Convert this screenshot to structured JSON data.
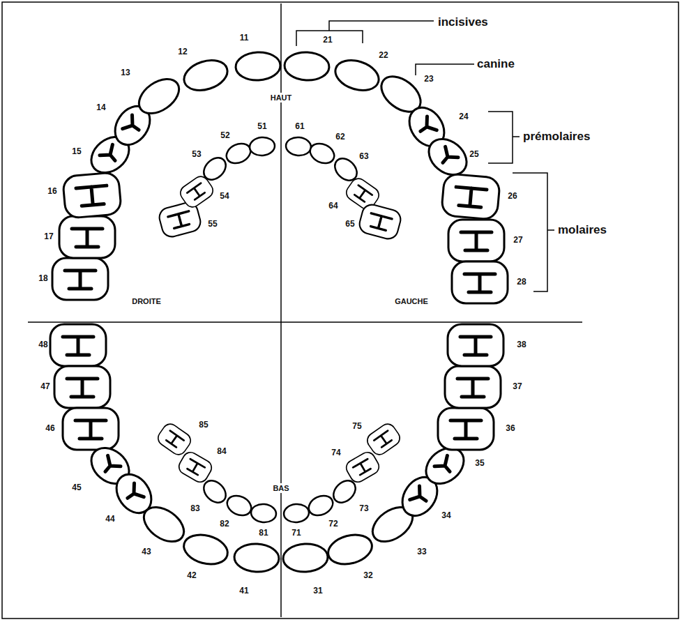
{
  "diagram": {
    "labels": [
      "incisives",
      "canine",
      "prémolaires",
      "molaires",
      "HAUT",
      "DROITE",
      "GAUCHE",
      "BAS",
      "18",
      "17",
      "16",
      "15",
      "14",
      "13",
      "12",
      "11",
      "21",
      "22",
      "23",
      "24",
      "25",
      "26",
      "27",
      "28",
      "55",
      "54",
      "53",
      "52",
      "51",
      "61",
      "62",
      "63",
      "64",
      "65",
      "85",
      "84",
      "83",
      "82",
      "81",
      "71",
      "72",
      "73",
      "74",
      "75",
      "48",
      "47",
      "46",
      "45",
      "44",
      "43",
      "42",
      "41",
      "31",
      "32",
      "33",
      "34",
      "35",
      "36",
      "37",
      "38"
    ]
  }
}
